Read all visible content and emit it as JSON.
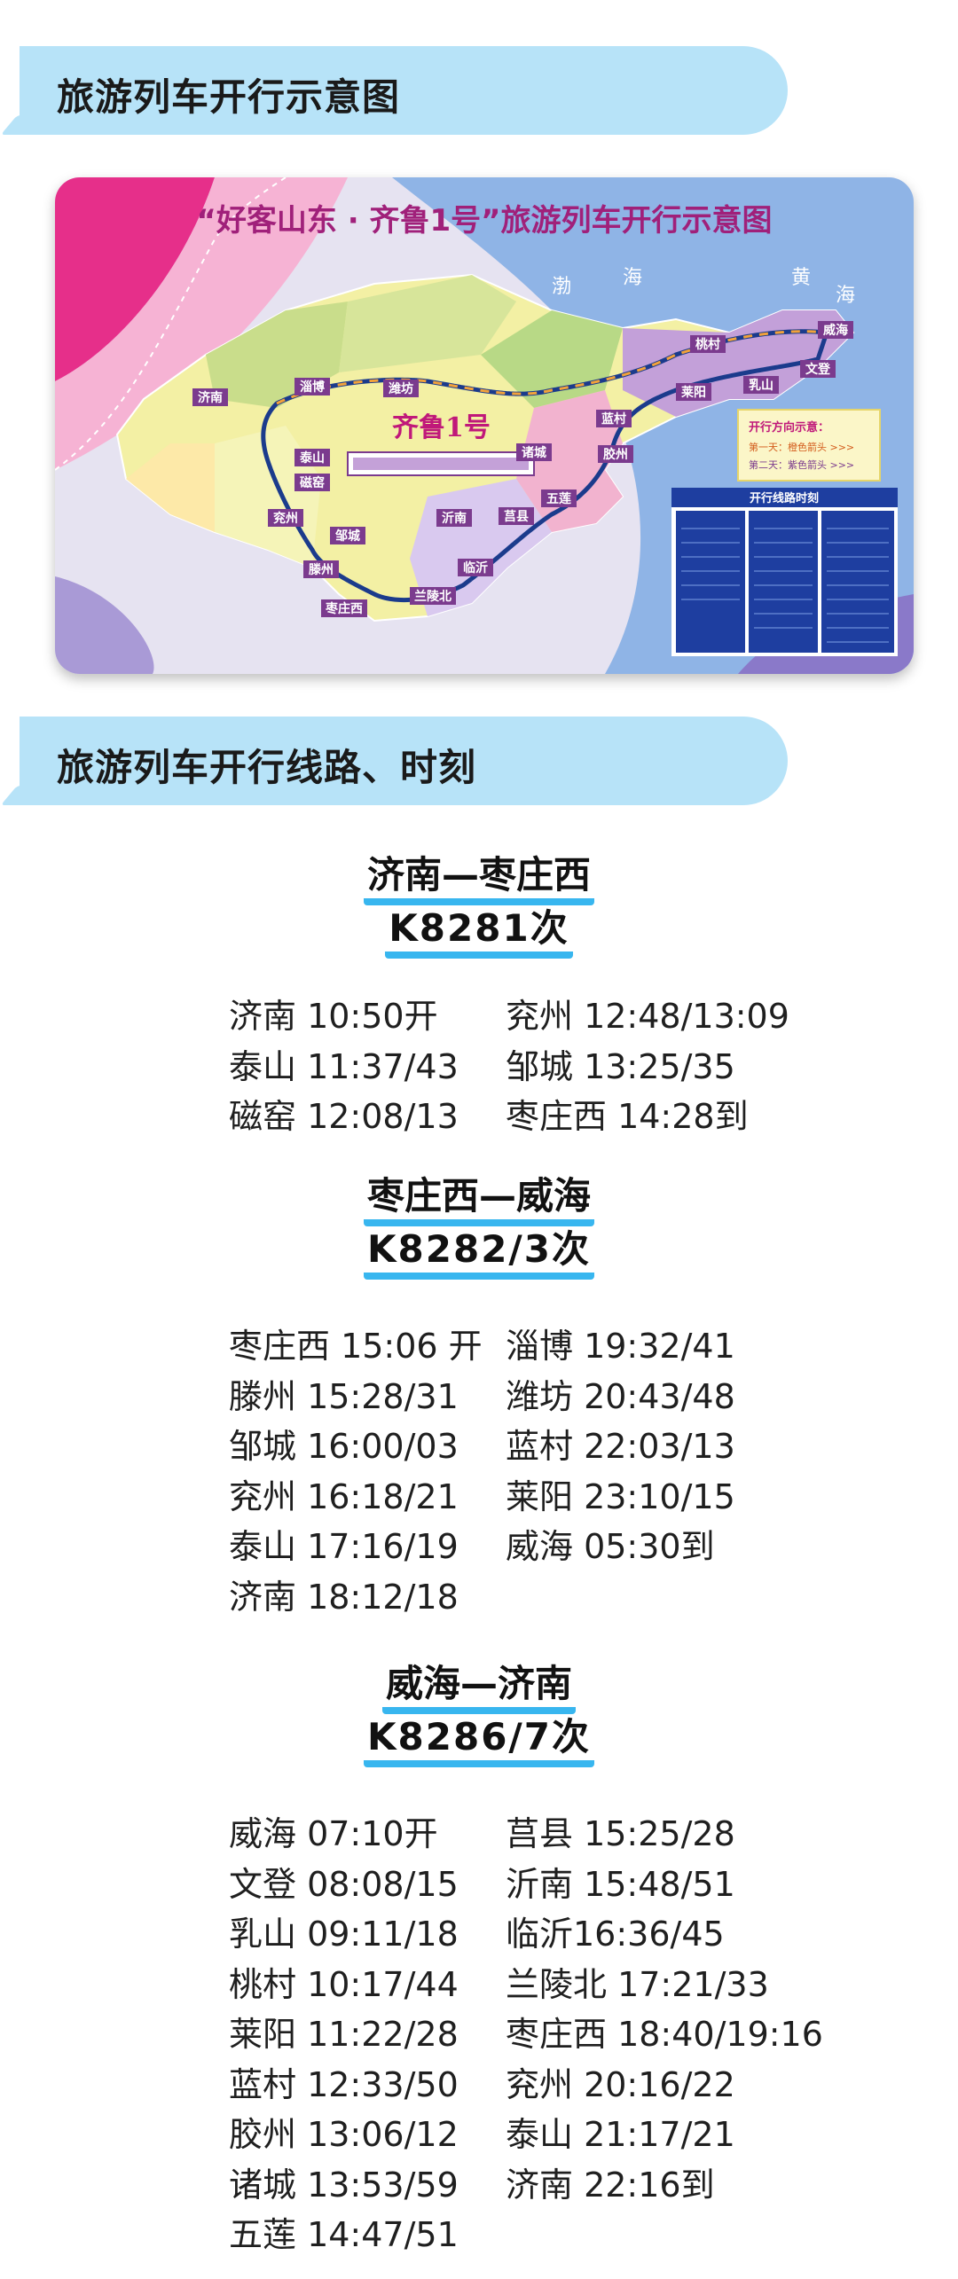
{
  "section1": {
    "title": "旅游列车开行示意图"
  },
  "map": {
    "title": "“好客山东 · 齐鲁1号”旅游列车开行示意图",
    "train_name": "齐鲁1号",
    "sea_bohai": "渤",
    "sea_bohai2": "海",
    "sea_huang": "黄",
    "sea_huang2": "海",
    "legend_title": "开行方向示意：",
    "legend_day1": "第一天：橙色箭头 >>>",
    "legend_day2": "第二天：紫色箭头 >>>",
    "timetable_title": "开行线路时刻",
    "stations": [
      "济南",
      "淄博",
      "潍坊",
      "蓝村",
      "桃村",
      "威海",
      "文登",
      "乳山",
      "莱阳",
      "胶州",
      "诸城",
      "五莲",
      "莒县",
      "沂南",
      "临沂",
      "兰陵北",
      "枣庄西",
      "滕州",
      "邹城",
      "兖州",
      "磁窑",
      "泰山"
    ],
    "colors": {
      "sea": "#8fb4e6",
      "land_yellow": "#f3f0a4",
      "land_green": "#c9dd8b",
      "route_blue": "#1b3b8c",
      "accent_pink": "#e0479b"
    }
  },
  "section2": {
    "title": "旅游列车开行线路、时刻"
  },
  "routes": [
    {
      "title": "济南—枣庄西",
      "train": "K8281次",
      "left": [
        "济南 10:50开",
        "泰山 11:37/43",
        "磁窑 12:08/13"
      ],
      "right": [
        "兖州 12:48/13:09",
        "邹城 13:25/35",
        "枣庄西 14:28到"
      ]
    },
    {
      "title": "枣庄西—威海",
      "train": "K8282/3次",
      "left": [
        "枣庄西 15:06 开",
        "滕州 15:28/31",
        "邹城 16:00/03",
        "兖州 16:18/21",
        "泰山 17:16/19",
        "济南 18:12/18"
      ],
      "right": [
        "淄博 19:32/41",
        "潍坊 20:43/48",
        "蓝村 22:03/13",
        "莱阳 23:10/15",
        "威海 05:30到"
      ]
    },
    {
      "title": "威海—济南",
      "train": "K8286/7次",
      "left": [
        "威海 07:10开",
        "文登 08:08/15",
        "乳山 09:11/18",
        "桃村 10:17/44",
        "莱阳 11:22/28",
        "蓝村 12:33/50",
        "胶州 13:06/12",
        "诸城 13:53/59",
        "五莲 14:47/51"
      ],
      "right": [
        "莒县 15:25/28",
        "沂南 15:48/51",
        "临沂16:36/45",
        "兰陵北  17:21/33",
        "枣庄西 18:40/19:16",
        "兖州 20:16/22",
        "泰山 21:17/21",
        "济南 22:16到"
      ]
    }
  ]
}
